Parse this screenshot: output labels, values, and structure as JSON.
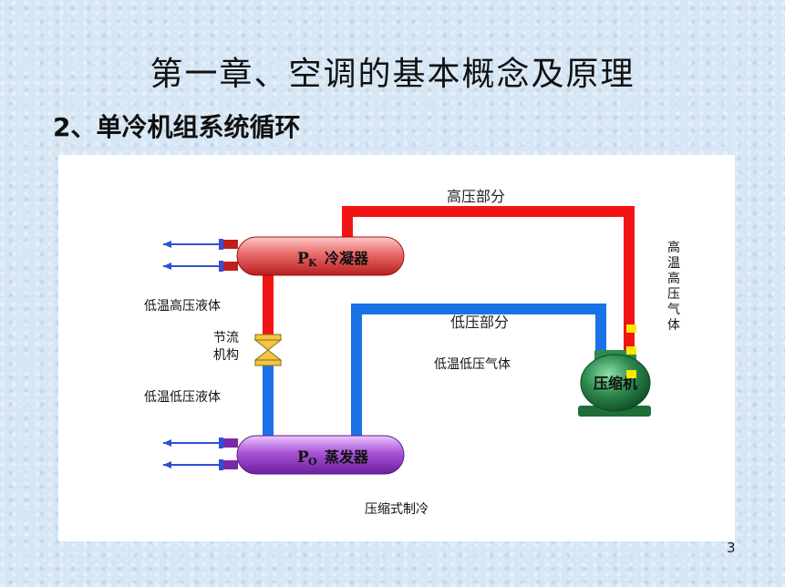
{
  "slide": {
    "title": "第一章、空调的基本概念及原理",
    "subtitle": "2、单冷机组系统循环",
    "page_number": "3"
  },
  "diagram": {
    "high_pressure_section": "高压部分",
    "low_pressure_section": "低压部分",
    "high_temp_high_pressure_gas": "高温高压气体",
    "low_temp_high_pressure_liquid": "低温高压液体",
    "low_temp_low_pressure_liquid": "低温低压液体",
    "low_temp_low_pressure_gas": "低温低压气体",
    "throttle_line1": "节流",
    "throttle_line2": "机构",
    "condenser_symbol": "P",
    "condenser_subscript": "K",
    "condenser_name": "冷凝器",
    "evaporator_symbol": "P",
    "evaporator_subscript": "O",
    "evaporator_name": "蒸发器",
    "compressor_name": "压缩机",
    "caption": "压缩式制冷",
    "colors": {
      "high_pressure_pipe": "#f21414",
      "low_pressure_pipe": "#1a72e6",
      "condenser": "#e86a6a",
      "evaporator": "#a855d6",
      "compressor": "#2e8b4e",
      "valve": "#f4c542",
      "sensor": "#ffe800"
    }
  }
}
